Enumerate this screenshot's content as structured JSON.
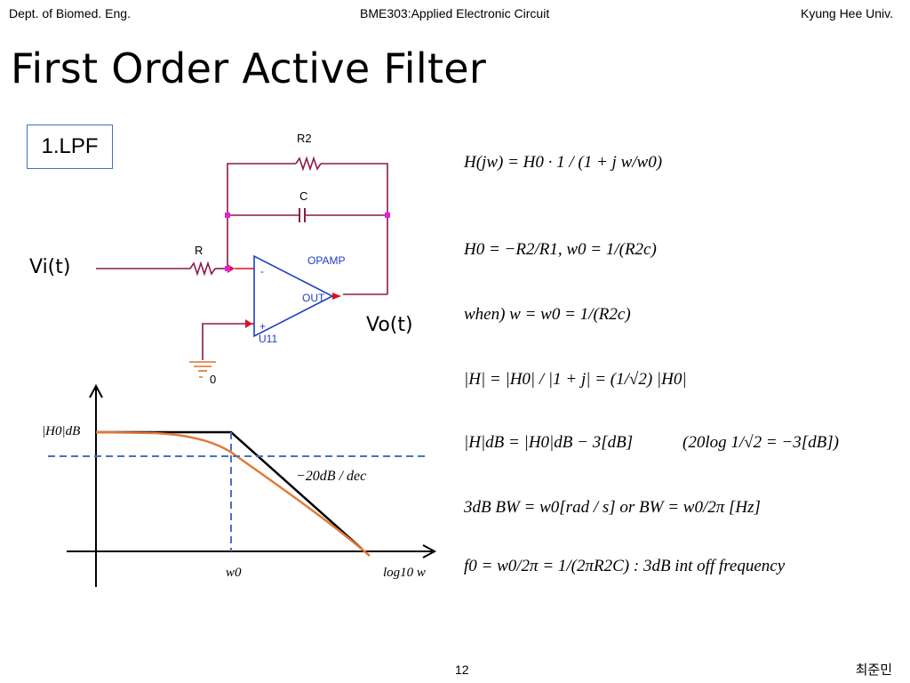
{
  "header": {
    "left": "Dept. of Biomed. Eng.",
    "center": "BME303:Applied Electronic Circuit",
    "right": "Kyung Hee Univ."
  },
  "title": "First Order Active Filter",
  "section_label": "1.LPF",
  "circuit": {
    "r2_label": "R2",
    "c_label": "C",
    "r_label": "R",
    "opamp_label": "OPAMP",
    "minus_label": "-",
    "plus_label": "+",
    "out_label": "OUT",
    "part_label": "U11",
    "ground_label": "0",
    "input_label": "Vi(t)",
    "output_label": "Vo(t)"
  },
  "bode": {
    "y_label": "|H0|dB",
    "slope_label": "−20dB / dec",
    "x_mark": "w0",
    "x_axis_label": "log10 w"
  },
  "equations": {
    "transfer": "H(jw) = H0 · 1 / (1 + j w/w0)",
    "gain_and_corner": "H0 = −R2/R1,   w0 = 1/(R2c)",
    "when": "when) w = w0 = 1/(R2c)",
    "magnitude": "|H| = |H0| / |1 + j| = (1/√2) |H0|",
    "db": "|H|dB = |H0|dB − 3[dB]",
    "db_note": "(20log 1/√2 = −3[dB])",
    "bw": "3dB  BW = w0[rad / s] or  BW = w0/2π [Hz]",
    "cutoff": "f0 = w0/2π = 1/(2πR2C)  : 3dB int off frequency"
  },
  "footer": {
    "page": "12",
    "author": "최준민"
  },
  "colors": {
    "wire": "#8b1a4a",
    "opamp": "#1f3fbf",
    "pin": "#e01020",
    "node": "#e020e0",
    "ground": "#e07020",
    "asymptote": "#000000",
    "response": "#e07b39",
    "guide": "#4472c4",
    "box_border": "#4472c4"
  }
}
